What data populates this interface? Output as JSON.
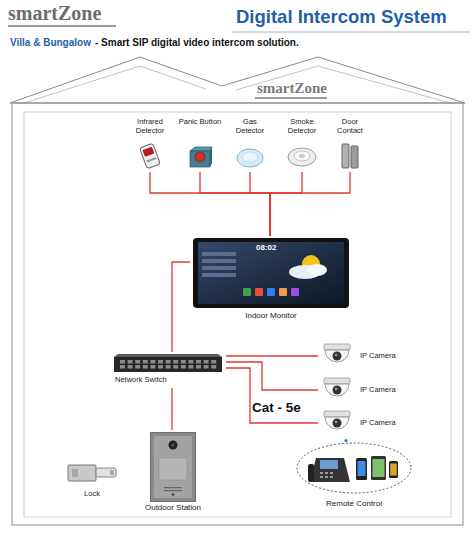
{
  "diagram": {
    "title": "Digital Intercom System",
    "nodes": [
      {
        "text": [
          "Infrared Detector"
        ]
      },
      {
        "text": [
          "Panic Button"
        ]
      },
      {
        "text": [
          "Gas Detector"
        ]
      },
      {
        "text": [
          "Smoke Detector"
        ]
      },
      {
        "text": [
          "Door Contact"
        ]
      },
      {
        "text": [
          "Indoor Monitor"
        ]
      },
      {
        "text": [
          "Network Switch"
        ]
      },
      {
        "text": [
          "IP Camera"
        ]
      },
      {
        "text": [
          "IP Camera"
        ]
      },
      {
        "text": [
          "IP Camera"
        ]
      },
      {
        "text": [
          "Lock"
        ]
      },
      {
        "text": [
          "Outdoor Station"
        ]
      },
      {
        "text": [
          "Remote Control"
        ]
      }
    ],
    "edges": [
      {
        "from": 0,
        "to": 5,
        "arrow": "none"
      },
      {
        "from": 1,
        "to": 5,
        "arrow": "none"
      },
      {
        "from": 2,
        "to": 5,
        "arrow": "none"
      },
      {
        "from": 3,
        "to": 5,
        "arrow": "none"
      },
      {
        "from": 4,
        "to": 5,
        "arrow": "none"
      },
      {
        "from": 5,
        "to": 6,
        "arrow": "none"
      },
      {
        "from": 6,
        "to": 7,
        "arrow": "none"
      },
      {
        "from": 6,
        "to": 8,
        "arrow": "none"
      },
      {
        "from": 6,
        "to": 9,
        "label": "Cat - 5e",
        "arrow": "none"
      },
      {
        "from": 6,
        "to": 11,
        "arrow": "none"
      }
    ],
    "labels": [
      "smartZone",
      "Villa & Bungalow",
      "- Smart SIP digital video intercom solution.",
      "smartZone",
      "08:02"
    ]
  }
}
